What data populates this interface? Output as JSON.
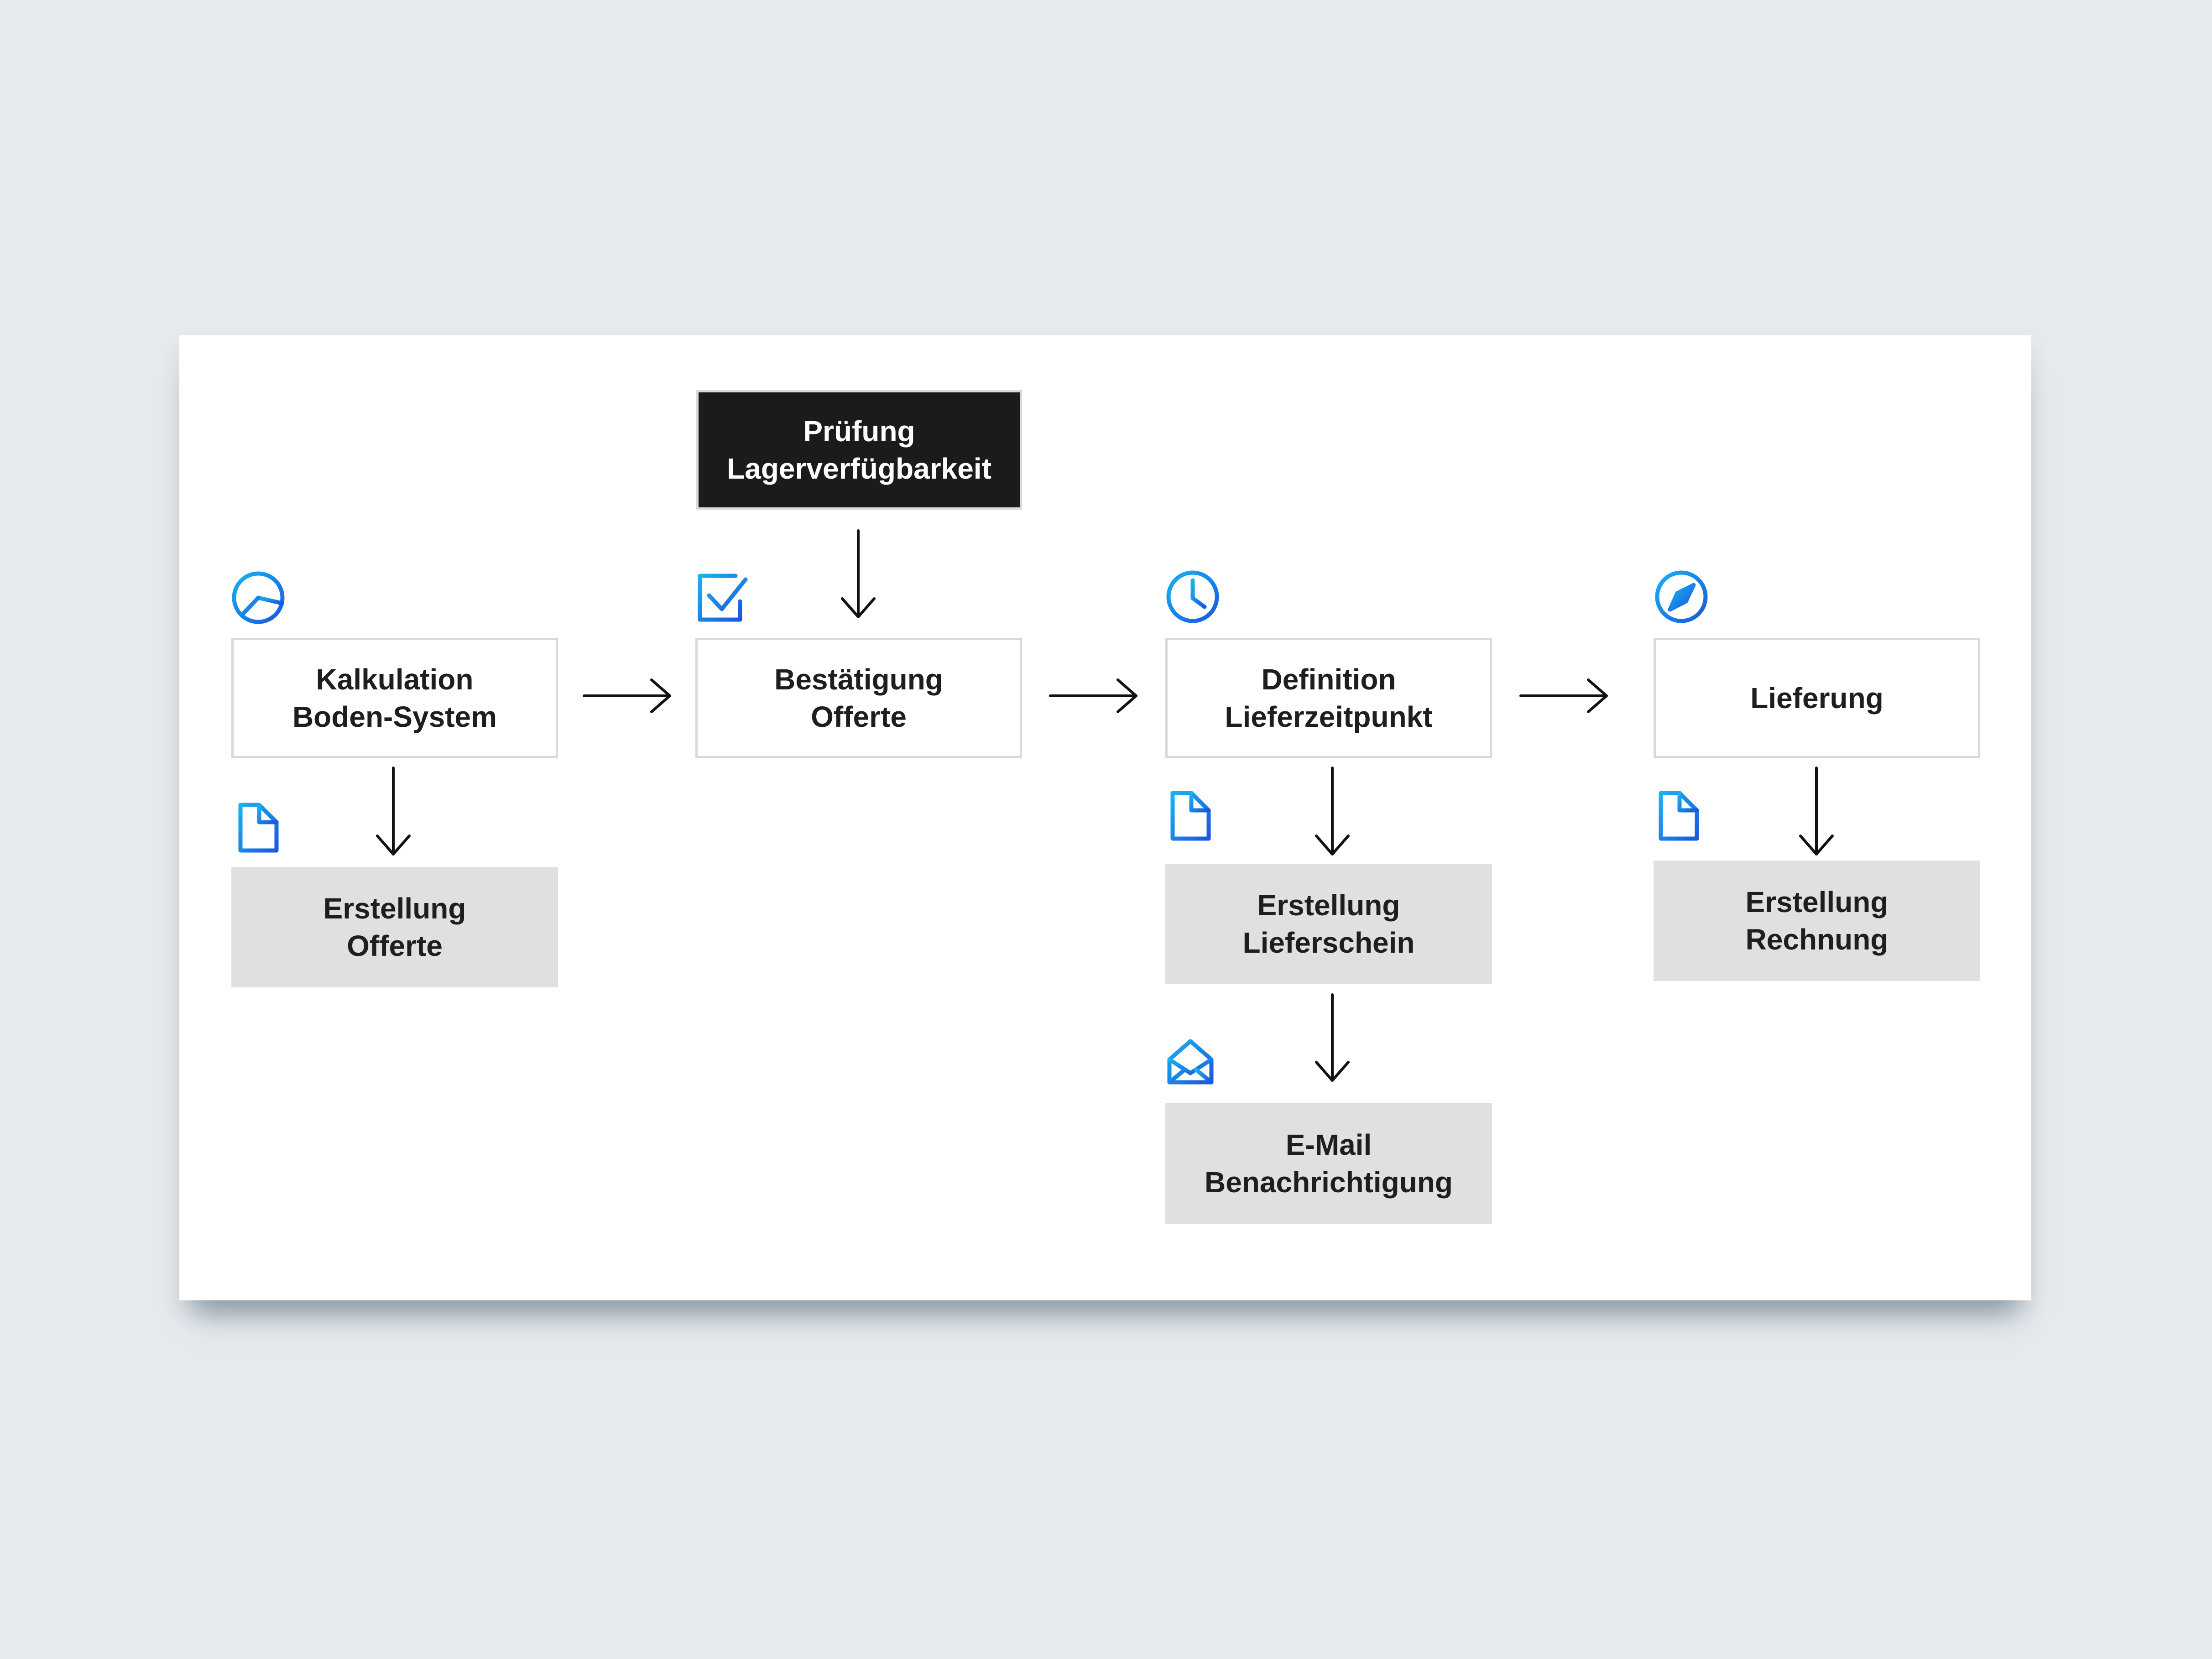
{
  "diagram": {
    "nodes": {
      "kalkulation": {
        "line1": "Kalkulation",
        "line2": "Boden-System"
      },
      "pruefung": {
        "line1": "Prüfung",
        "line2": "Lagerverfügbarkeit"
      },
      "bestaetigung": {
        "line1": "Bestätigung",
        "line2": "Offerte"
      },
      "definition": {
        "line1": "Definition",
        "line2": "Lieferzeitpunkt"
      },
      "lieferung": {
        "line1": "Lieferung"
      },
      "erstellung_offerte": {
        "line1": "Erstellung",
        "line2": "Offerte"
      },
      "erstellung_lieferschein": {
        "line1": "Erstellung",
        "line2": "Lieferschein"
      },
      "email": {
        "line1": "E-Mail",
        "line2": "Benachrichtigung"
      },
      "erstellung_rechnung": {
        "line1": "Erstellung",
        "line2": "Rechnung"
      }
    },
    "icons": [
      "pie-chart-icon",
      "checkbox-icon",
      "clock-icon",
      "compass-icon",
      "document-plus-minus-icon",
      "envelope-open-icon"
    ],
    "colors": {
      "accent_light": "#19b2f0",
      "accent_dark": "#1a57e0",
      "box_border": "#d9d9d9",
      "box_fill": "#e0e0e0",
      "dark_box": "#1b1b1b",
      "background": "#e6eaed"
    }
  }
}
